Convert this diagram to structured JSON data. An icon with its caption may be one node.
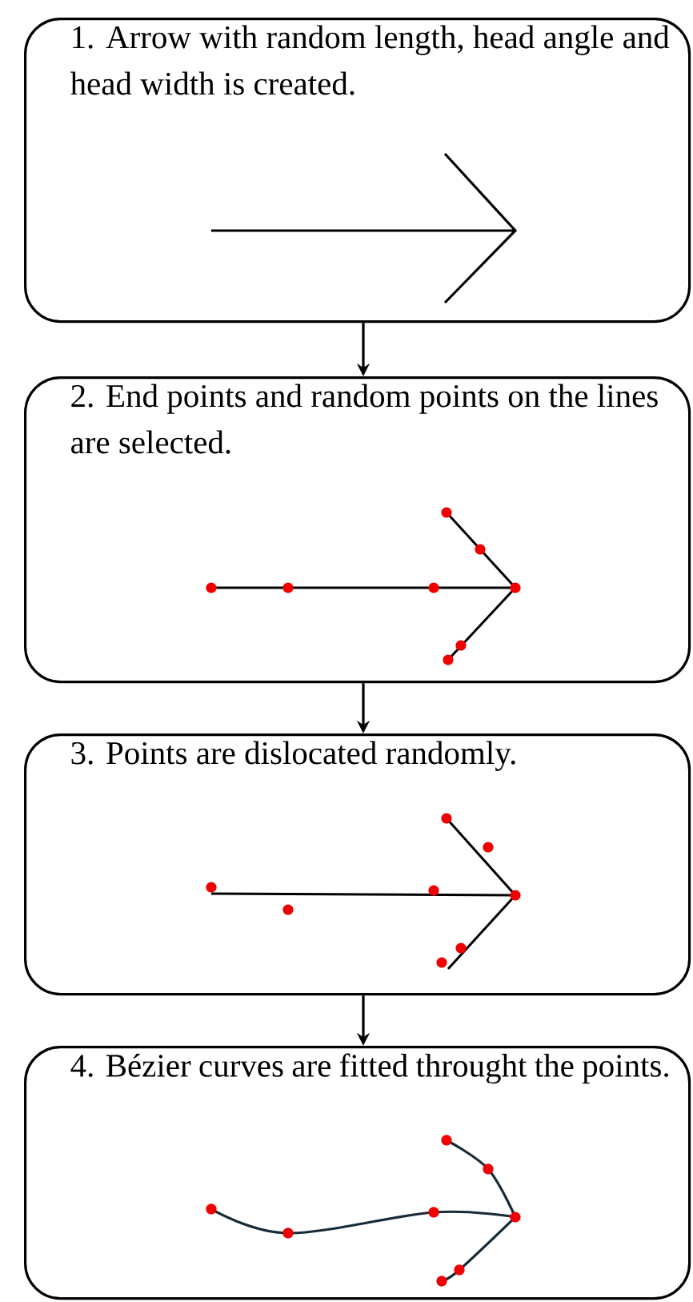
{
  "diagram": {
    "nodes": [
      {
        "text": [
          "1. Arrow with random length, head angle and head width is created."
        ]
      },
      {
        "text": [
          "2. End points and random points on the lines are selected."
        ]
      },
      {
        "text": [
          "3. Points are dislocated randomly."
        ]
      },
      {
        "text": [
          "4. Bézier curves are fitted throught the points."
        ]
      }
    ],
    "edges": [
      {
        "from": 0,
        "to": 1,
        "arrow": "to"
      },
      {
        "from": 1,
        "to": 2,
        "arrow": "to"
      },
      {
        "from": 2,
        "to": 3,
        "arrow": "to"
      }
    ]
  }
}
